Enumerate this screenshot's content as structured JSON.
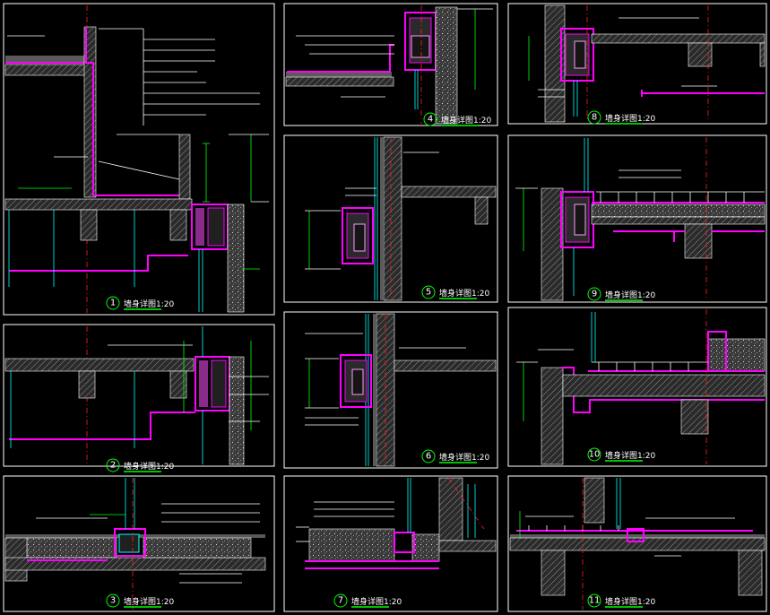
{
  "colors": {
    "background": "#000000",
    "frame": "#ffffff",
    "wall_line": "#ff00ff",
    "dimension": "#00ff00",
    "glass": "#00ffff",
    "leader": "#ffff00",
    "axis": "#ff2020"
  },
  "details": [
    {
      "num": "1",
      "title": "墙身详图1:20"
    },
    {
      "num": "2",
      "title": "墙身详图1:20"
    },
    {
      "num": "3",
      "title": "墙身详图1:20"
    },
    {
      "num": "4",
      "title": "墙身详图1:20"
    },
    {
      "num": "5",
      "title": "墙身详图1:20"
    },
    {
      "num": "6",
      "title": "墙身详图1:20"
    },
    {
      "num": "7",
      "title": "墙身详图1:20"
    },
    {
      "num": "8",
      "title": "墙身详图1:20"
    },
    {
      "num": "9",
      "title": "墙身详图1:20"
    },
    {
      "num": "10",
      "title": "墙身详图1:20"
    },
    {
      "num": "11",
      "title": "墙身详图1:20"
    }
  ]
}
